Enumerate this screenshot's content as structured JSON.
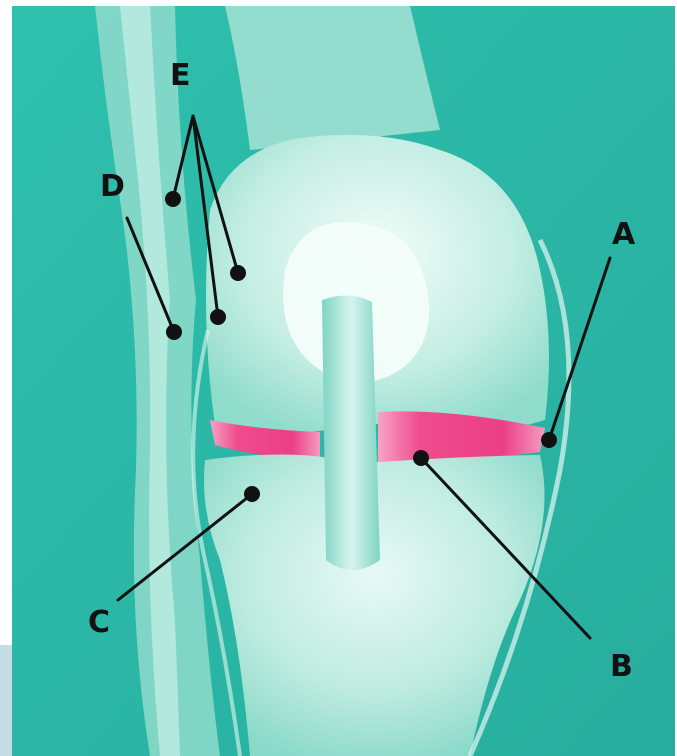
{
  "labels": {
    "a": "A",
    "b": "B",
    "c": "C",
    "d": "D",
    "e": "E"
  },
  "colors": {
    "background": "#2bb9a8",
    "bone": "#dff7f1",
    "cartilage": "#f0508f",
    "pointer": "#111111",
    "margin": "#c7dde6"
  }
}
